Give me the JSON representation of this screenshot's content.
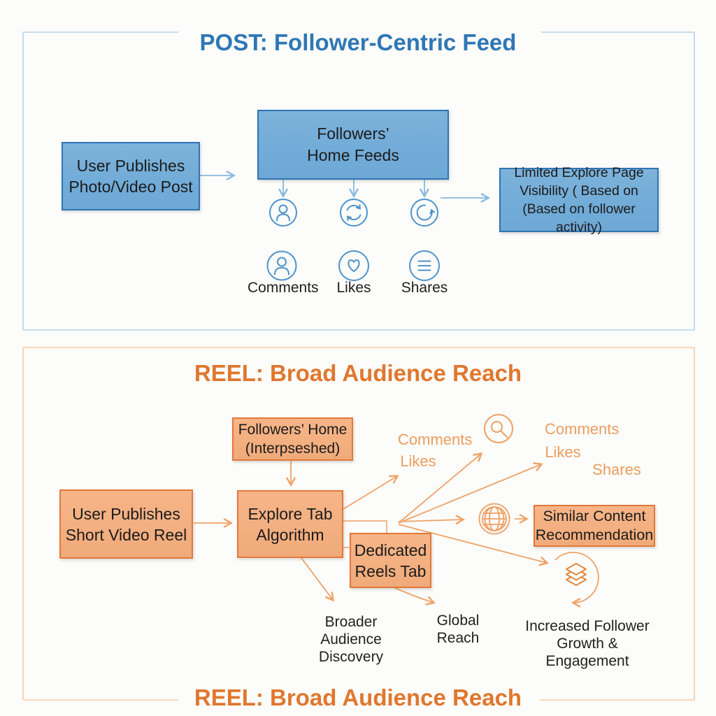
{
  "post_panel": {
    "title": "POST: Follower-Centric Feed",
    "publish_box": "User Publishes\nPhoto/Video Post",
    "home_feeds_box": "Followers’\nHome Feeds",
    "limited_box": "Limited Explore Page\nVisibility (  Based on\n(Based on follower activity)",
    "engagement_labels": [
      "Comments",
      "Likes",
      "Shares"
    ],
    "icons": [
      "person-icon",
      "sync-icon",
      "refresh-icon",
      "person-icon",
      "heart-icon",
      "list-icon"
    ],
    "accent_color": "#2e77b5",
    "box_fill": "#74aed8",
    "box_border": "#2e74b4",
    "arrow_color": "#8ab8e0"
  },
  "reel_panel": {
    "title": "REEL: Broad Audience Reach",
    "footer_title": "REEL: Broad Audience Reach",
    "followers_home_box": "Followers’ Home\n(Interpseshed)",
    "publish_box": "User Publishes\nShort Video Reel",
    "explore_box": "Explore Tab\nAlgorithm",
    "reels_tab_box": "Dedicated\nReels Tab",
    "similar_box": "Similar Content\nRecommendation",
    "engagement_left": [
      "Comments",
      "Likes"
    ],
    "engagement_right": [
      "Comments",
      "Likes",
      "Shares"
    ],
    "outcomes": [
      "Broader\nAudience\nDiscovery",
      "Global\nReach",
      "Increased Follower\nGrowth & Engagement"
    ],
    "icons": [
      "search-icon",
      "globe-icon",
      "layers-icon"
    ],
    "accent_color": "#e0772e",
    "box_fill": "#f4b183",
    "box_border": "#e2793a",
    "arrow_color": "#efa266"
  }
}
